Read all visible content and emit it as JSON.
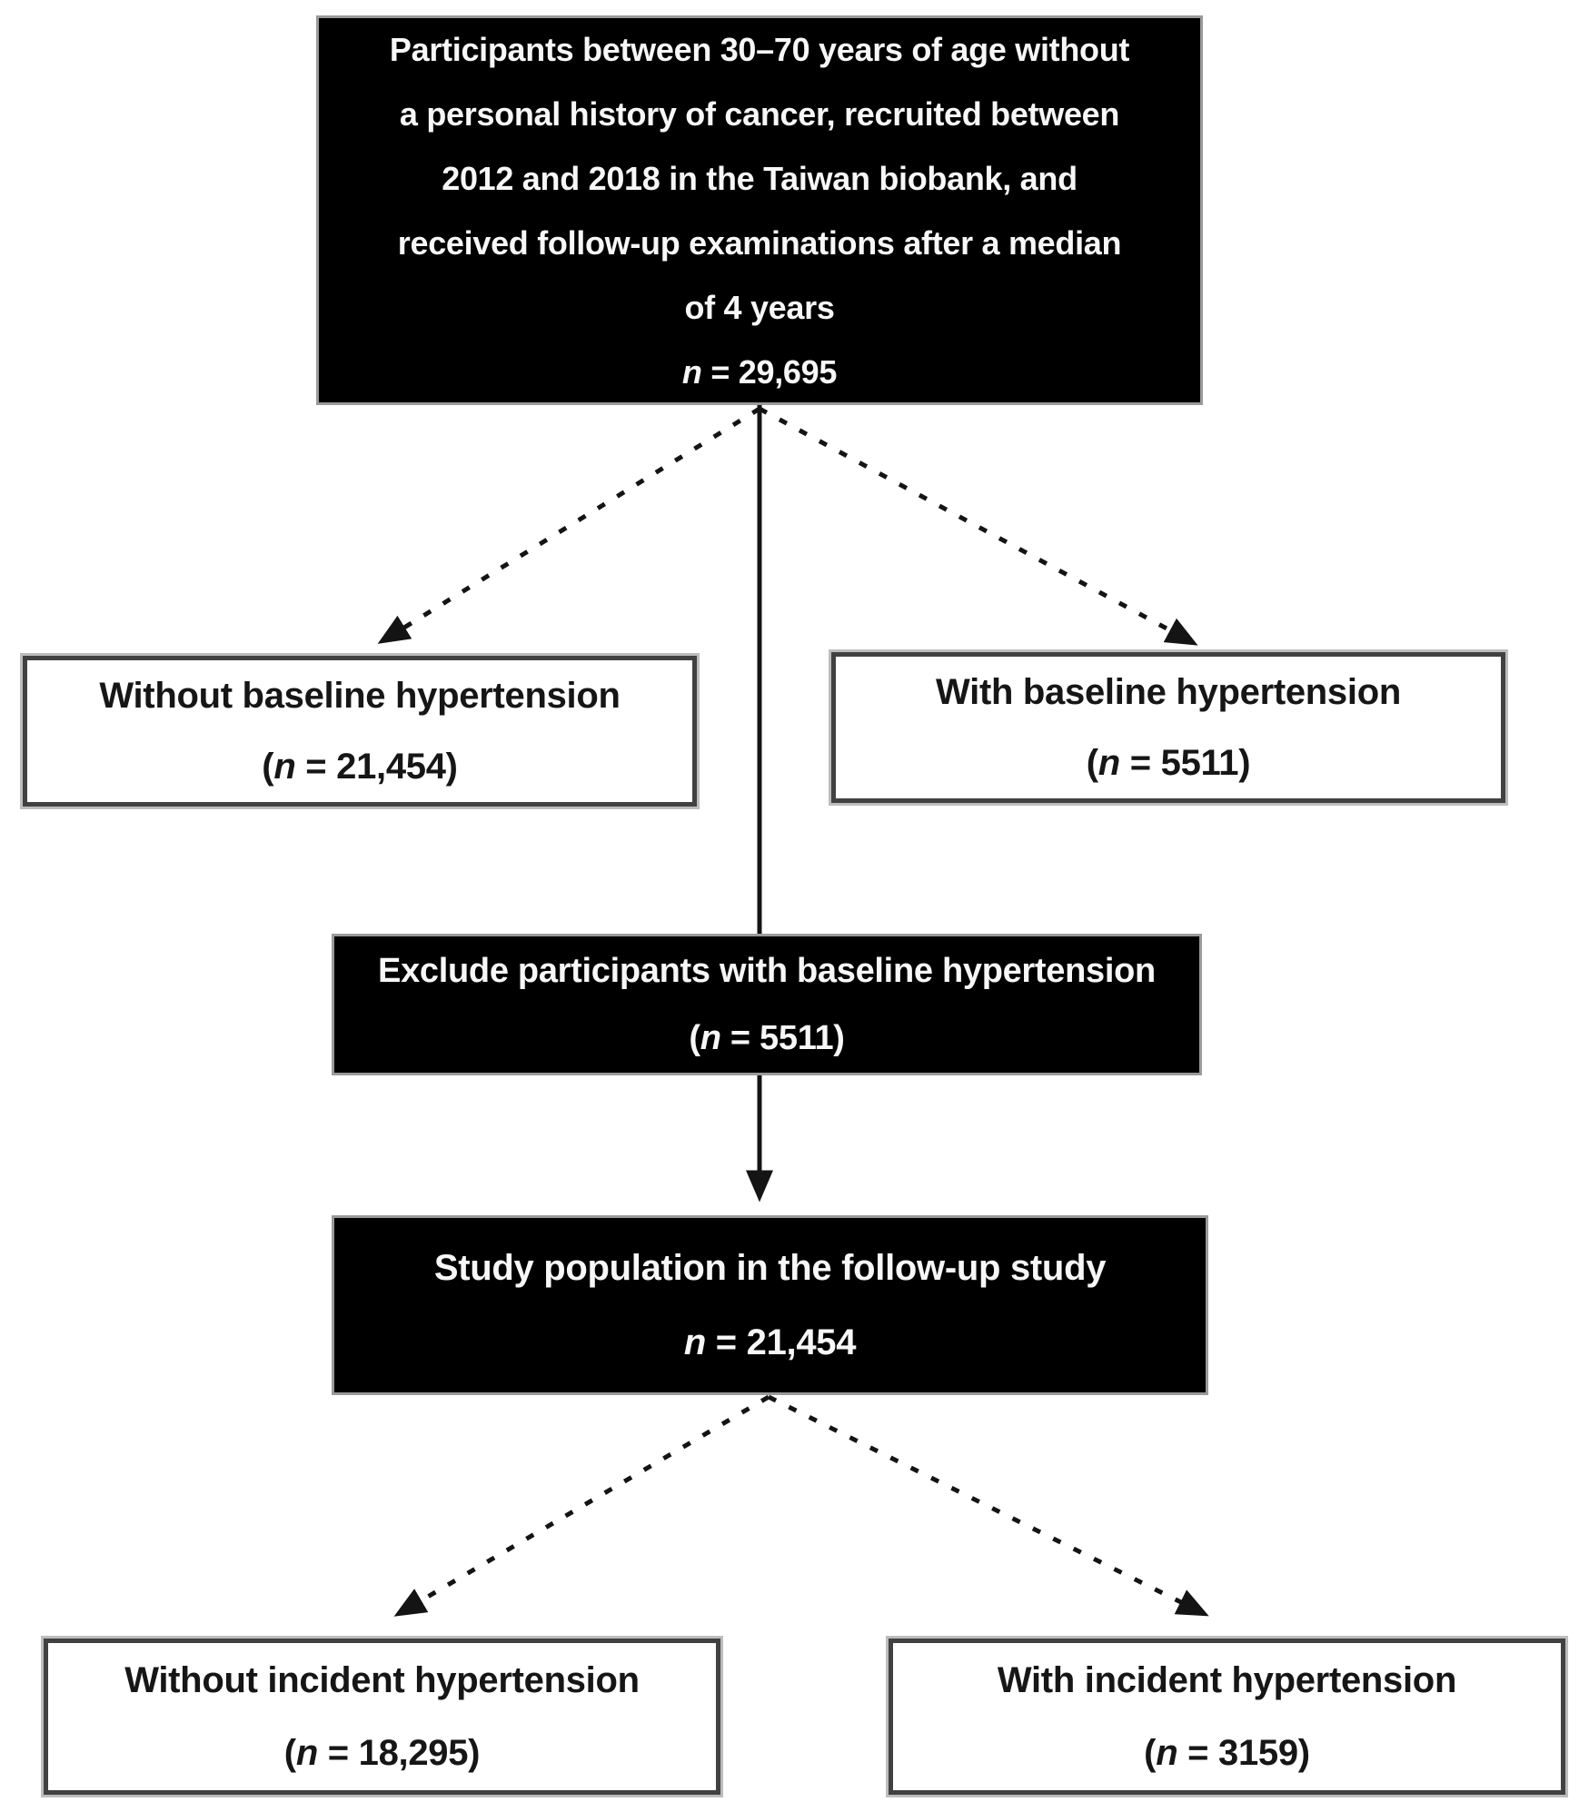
{
  "diagram": {
    "background_color": "#ffffff",
    "box_black_color": "#000000",
    "box_black_text_color": "#f7f7f7",
    "box_white_color": "#ffffff",
    "box_white_text_color": "#161616",
    "arrow_color": "#141414",
    "boxes": {
      "participants": {
        "style": "black",
        "lines": [
          "Participants between 30–70 years of age without",
          "a personal history of cancer, recruited between",
          "2012 and 2018 in the Taiwan biobank, and",
          "received follow-up examinations after a median",
          "of 4 years"
        ],
        "count": "n = 29,695"
      },
      "without_baseline": {
        "style": "white",
        "title": "Without baseline hypertension",
        "count": "(n = 21,454)"
      },
      "with_baseline": {
        "style": "white",
        "title": "With baseline hypertension",
        "count": "(n = 5511)"
      },
      "exclude": {
        "style": "black",
        "title": "Exclude participants with baseline hypertension",
        "count": "(n = 5511)"
      },
      "study": {
        "style": "black",
        "title": "Study population in the follow-up study",
        "count": "n = 21,454"
      },
      "without_incident": {
        "style": "white",
        "title": "Without incident hypertension",
        "count": "(n = 18,295)"
      },
      "with_incident": {
        "style": "white",
        "title": "With incident hypertension",
        "count": "(n = 3159)"
      }
    },
    "connections": [
      {
        "from": "participants",
        "to": "without_baseline",
        "style": "dashed"
      },
      {
        "from": "participants",
        "to": "with_baseline",
        "style": "dashed"
      },
      {
        "from": "participants",
        "to": "study",
        "via": "exclude",
        "style": "solid"
      },
      {
        "from": "study",
        "to": "without_incident",
        "style": "dashed"
      },
      {
        "from": "study",
        "to": "with_incident",
        "style": "dashed"
      }
    ]
  }
}
